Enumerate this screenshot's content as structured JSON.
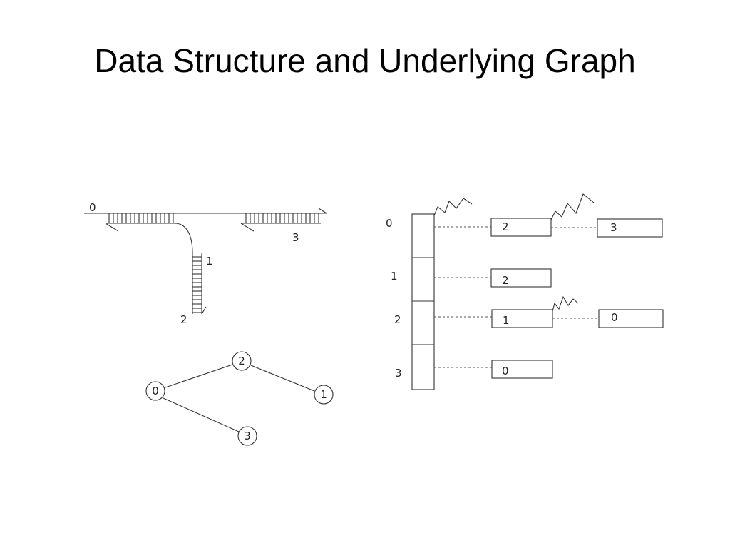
{
  "slide": {
    "title": "Data Structure and Underlying Graph"
  },
  "diagram": {
    "strand_labels": [
      "0",
      "1",
      "2",
      "3"
    ],
    "graph": {
      "nodes": [
        "0",
        "1",
        "2",
        "3"
      ],
      "edges": [
        [
          "0",
          "2"
        ],
        [
          "2",
          "1"
        ],
        [
          "0",
          "3"
        ]
      ]
    },
    "adjacency": {
      "index_labels": [
        "0",
        "1",
        "2",
        "3"
      ],
      "lists": [
        [
          "2",
          "3"
        ],
        [
          "2"
        ],
        [
          "1",
          "0"
        ],
        [
          "0"
        ]
      ]
    }
  }
}
